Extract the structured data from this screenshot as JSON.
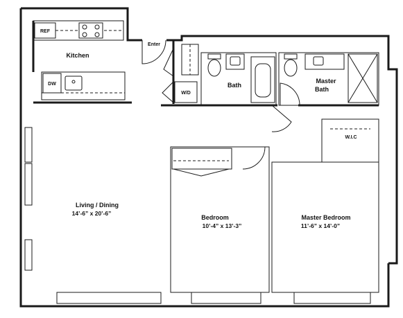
{
  "rooms": {
    "kitchen": {
      "title": "Kitchen"
    },
    "living": {
      "title": "Living / Dining",
      "dims": "14’-6” x 20’-6”"
    },
    "bedroom": {
      "title": "Bedroom",
      "dims": "10’-4” x 13’-3”"
    },
    "master_bedroom": {
      "title": "Master Bedroom",
      "dims": "11’-6” x 14’-0”"
    },
    "bath": {
      "title": "Bath"
    },
    "master_bath": {
      "title_line1": "Master",
      "title_line2": "Bath"
    }
  },
  "labels": {
    "ref": "REF",
    "dw": "DW",
    "wd": "W/D",
    "enter": "Enter",
    "wic": "W.I.C"
  },
  "colors": {
    "wall": "#1a1a1a",
    "background": "#ffffff"
  }
}
